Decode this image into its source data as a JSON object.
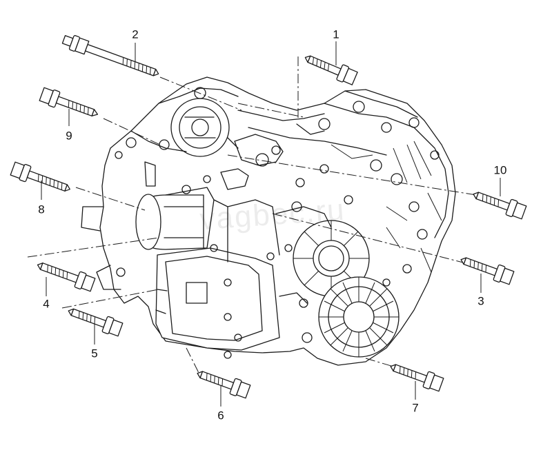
{
  "diagram": {
    "watermark": "vagbec.ru",
    "callouts": [
      {
        "id": "1",
        "label": "1"
      },
      {
        "id": "2",
        "label": "2"
      },
      {
        "id": "3",
        "label": "3"
      },
      {
        "id": "4",
        "label": "4"
      },
      {
        "id": "5",
        "label": "5"
      },
      {
        "id": "6",
        "label": "6"
      },
      {
        "id": "7",
        "label": "7"
      },
      {
        "id": "8",
        "label": "8"
      },
      {
        "id": "9",
        "label": "9"
      },
      {
        "id": "10",
        "label": "10"
      }
    ]
  }
}
